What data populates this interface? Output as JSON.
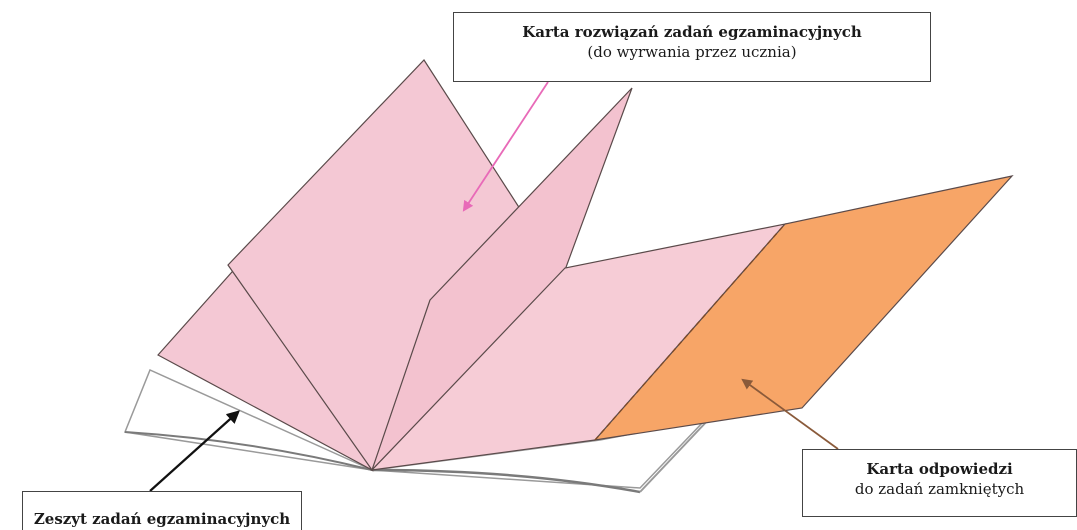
{
  "labels": {
    "answer_sheet_title": "Karta rozwiązań zadań egzaminacyjnych",
    "answer_sheet_note": "(do wyrwania przez ucznia)",
    "answer_card_title": "Karta odpowiedzi",
    "answer_card_note": "do zadań zamkniętych",
    "exam_booklet_title": "Zeszyt zadań egzaminacyjnych"
  },
  "colors": {
    "sheet_pink": "#f4c8d4",
    "sheet_pink_light": "#f6ccd6",
    "answer_card_orange": "#f7a567",
    "arrow_pink": "#e86ab8",
    "arrow_brown": "#8a5a3a",
    "arrow_black": "#111111",
    "outline": "#5a4a4a"
  }
}
